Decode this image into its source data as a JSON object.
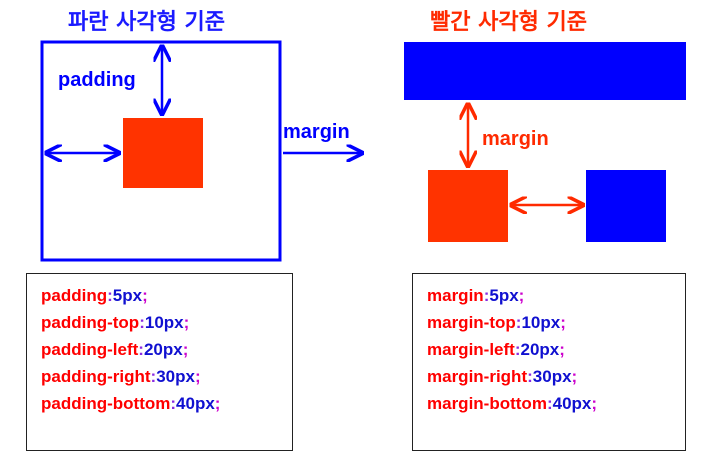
{
  "colors": {
    "blue": "#0000ff",
    "red": "#ff3300",
    "prop": "#ff0000",
    "value": "#1010d0",
    "semicolon": "#cc00cc"
  },
  "left": {
    "title": "파란 사각형 기준",
    "padding_label": "padding",
    "margin_label": "margin",
    "code": [
      {
        "prop": "padding",
        "value": "5px"
      },
      {
        "prop": "padding-top",
        "value": "10px"
      },
      {
        "prop": "padding-left",
        "value": "20px"
      },
      {
        "prop": "padding-right",
        "value": "30px"
      },
      {
        "prop": "padding-bottom",
        "value": "40px"
      }
    ]
  },
  "right": {
    "title": "빨간 사각형 기준",
    "margin_label": "margin",
    "code": [
      {
        "prop": "margin",
        "value": "5px"
      },
      {
        "prop": "margin-top",
        "value": "10px"
      },
      {
        "prop": "margin-left",
        "value": "20px"
      },
      {
        "prop": "margin-right",
        "value": "30px"
      },
      {
        "prop": "margin-bottom",
        "value": "40px"
      }
    ]
  }
}
